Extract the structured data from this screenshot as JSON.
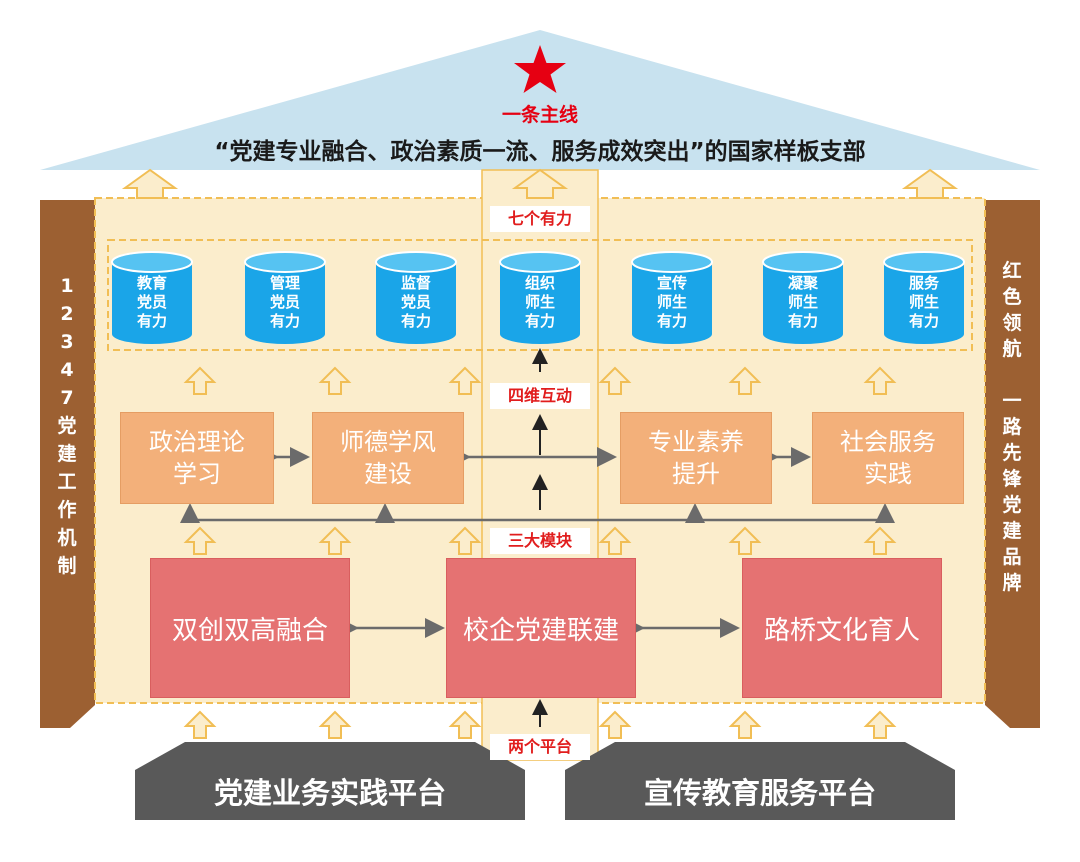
{
  "colors": {
    "roof": "#c8e2ef",
    "star": "#e60012",
    "pillar": "#9c6032",
    "frame": "#fbedcc",
    "frame_border": "#f1be55",
    "cylinder": "#1aa5e8",
    "module": "#f3b07a",
    "platform": "#e57272",
    "base": "#595959",
    "tag_text": "#e11d1d"
  },
  "roof": {
    "main_line": "一条主线",
    "slogan": "“党建专业融合、政治素质一流、服务成效突出”的国家样板支部"
  },
  "left_pillar": {
    "text": "1\n2\n3\n4\n7\n党\n建\n工\n作\n机\n制"
  },
  "right_pillar": {
    "text": "红\n色\n领\n航\n\n一\n路\n先\n锋\n党\n建\n品\n牌"
  },
  "tags": {
    "seven": "七个有力",
    "four": "四维互动",
    "three": "三大模块",
    "two": "两个平台"
  },
  "cylinders": [
    "教育\n党员\n有力",
    "管理\n党员\n有力",
    "监督\n党员\n有力",
    "组织\n师生\n有力",
    "宣传\n师生\n有力",
    "凝聚\n师生\n有力",
    "服务\n师生\n有力"
  ],
  "modules": [
    "政治理论\n学习",
    "师德学风\n建设",
    "专业素养\n提升",
    "社会服务\n实践"
  ],
  "platforms": [
    "双创双高融合",
    "校企党建联建",
    "路桥文化育人"
  ],
  "bases": [
    "党建业务实践平台",
    "宣传教育服务平台"
  ]
}
